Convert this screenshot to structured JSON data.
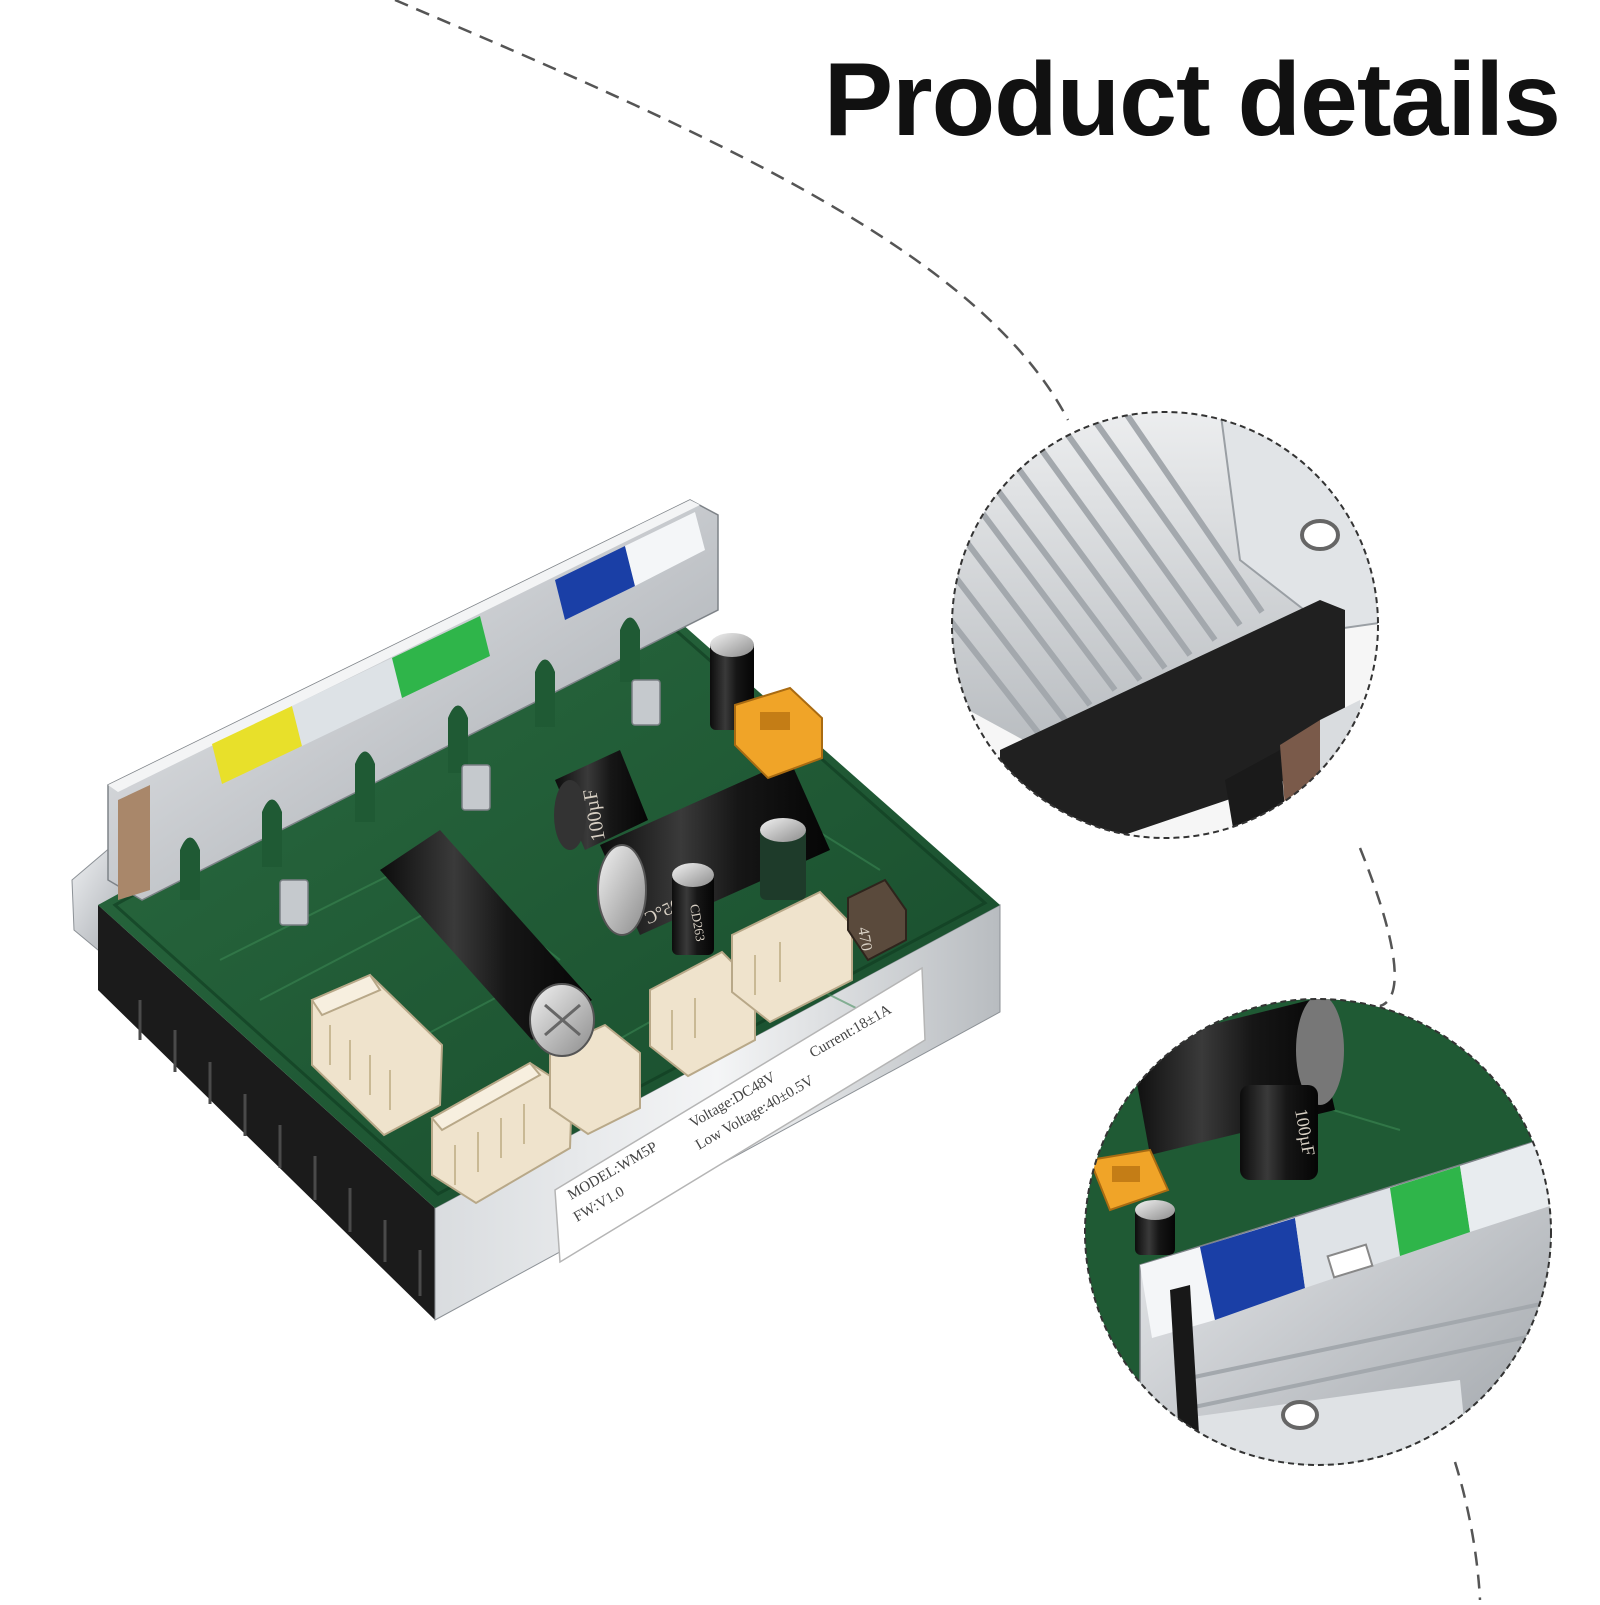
{
  "heading": "Product details",
  "label": {
    "model": "MODEL:WM5P",
    "voltage": "Voltage:DC48V",
    "current": "Current:18±1A",
    "firmware": "FW:V1.0",
    "low_voltage": "Low Voltage:40±0.5V"
  },
  "capacitor_markings": {
    "cap_100uf": "100µF",
    "inductor": "470",
    "small_cap": "CD263",
    "rating_105c": "105°C",
    "inset_100uf": "100µF"
  },
  "colors": {
    "pcb_green": "#1f5a34",
    "heatsink_silver": "#c9cccf",
    "sticker_yellow": "#e8e02a",
    "sticker_green": "#2fb54a",
    "sticker_blue": "#1a3fa6",
    "connector_beige": "#efe3cc",
    "xt_connector_orange": "#f0a428"
  },
  "icons": {
    "guide_line": "dashed-curve",
    "zoom_circle_top": "dashed-circle-magnifier",
    "zoom_circle_bottom": "dashed-circle-magnifier"
  }
}
